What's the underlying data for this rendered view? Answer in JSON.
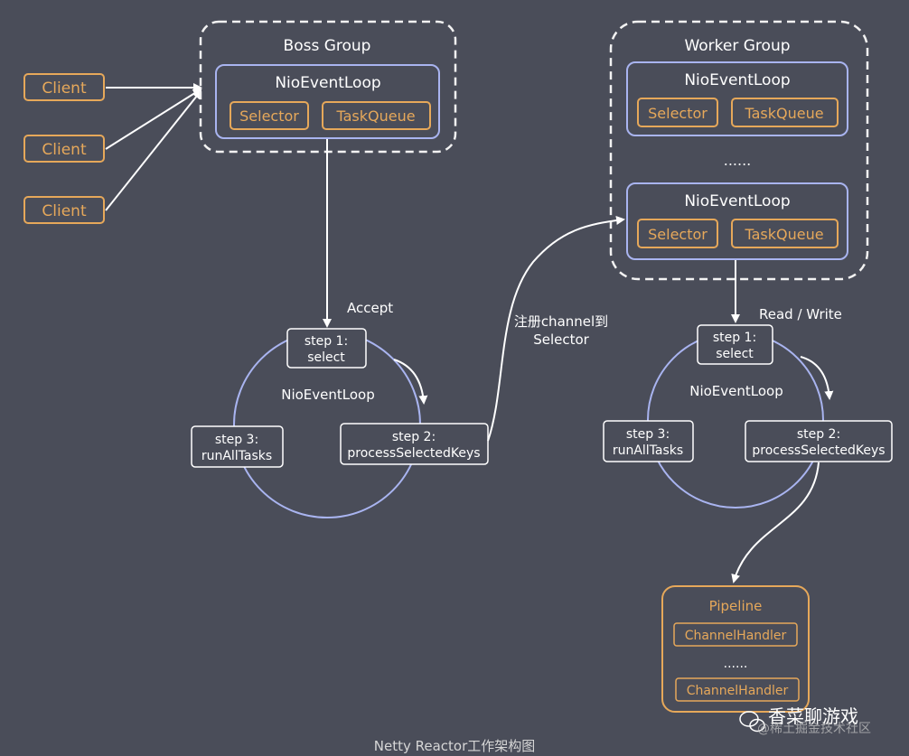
{
  "colors": {
    "background": "#4a4d59",
    "orange": "#e6a85a",
    "lavender": "#a9b4f0",
    "white": "#ffffff",
    "dashed": "#f2f2f2"
  },
  "clients": [
    "Client",
    "Client",
    "Client"
  ],
  "boss_group": {
    "title": "Boss Group",
    "loop_title": "NioEventLoop",
    "selector": "Selector",
    "taskqueue": "TaskQueue"
  },
  "worker_group": {
    "title": "Worker Group",
    "loop1": {
      "title": "NioEventLoop",
      "selector": "Selector",
      "taskqueue": "TaskQueue"
    },
    "ellipsis": "......",
    "loop2": {
      "title": "NioEventLoop",
      "selector": "Selector",
      "taskqueue": "TaskQueue"
    }
  },
  "labels": {
    "accept": "Accept",
    "register_line1": "注册channel到",
    "register_line2": "Selector",
    "read_write": "Read / Write"
  },
  "boss_cycle": {
    "center": "NioEventLoop",
    "step1": [
      "step 1:",
      "select"
    ],
    "step2": [
      "step 2:",
      "processSelectedKeys"
    ],
    "step3": [
      "step 3:",
      "runAllTasks"
    ]
  },
  "worker_cycle": {
    "center": "NioEventLoop",
    "step1": [
      "step 1:",
      "select"
    ],
    "step2": [
      "step 2:",
      "processSelectedKeys"
    ],
    "step3": [
      "step 3:",
      "runAllTasks"
    ]
  },
  "pipeline": {
    "title": "Pipeline",
    "handler1": "ChannelHandler",
    "ellipsis": "......",
    "handler2": "ChannelHandler"
  },
  "caption": "Netty Reactor工作架构图",
  "watermark": {
    "name": "香菜聊游戏",
    "sub": "@稀土掘金技术社区",
    "icon": "wechat-icon"
  }
}
